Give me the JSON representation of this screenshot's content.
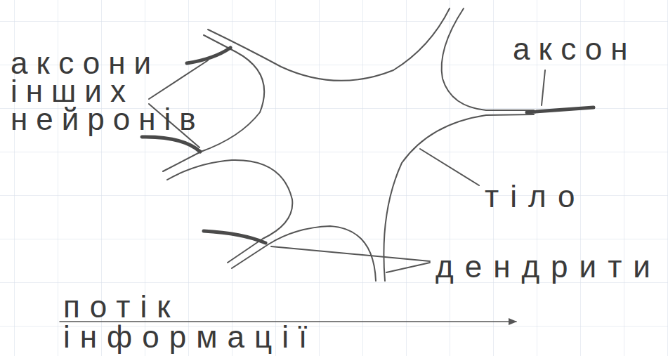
{
  "diagram": {
    "labels": [
      "аксони інших нейронів",
      "аксон",
      "тіло",
      "дендрити",
      "потік інформації"
    ]
  }
}
